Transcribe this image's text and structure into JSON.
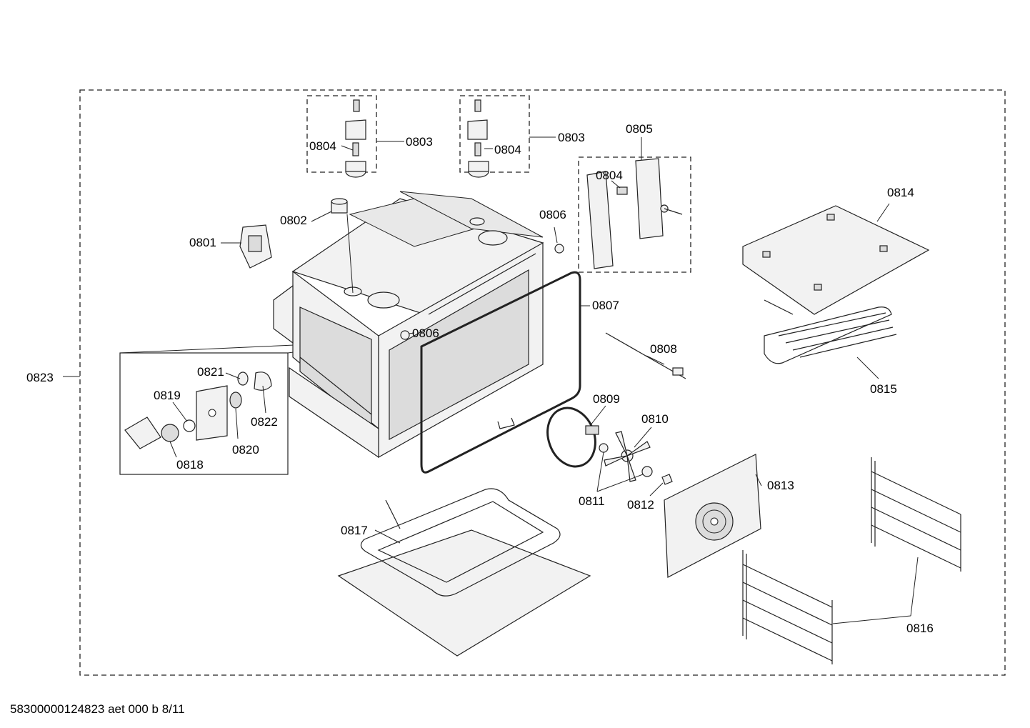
{
  "footer_text": "58300000124823 aet 000 b 8/11",
  "callouts": {
    "p0801": "0801",
    "p0802": "0802",
    "p0803a": "0803",
    "p0803b": "0803",
    "p0804a": "0804",
    "p0804b": "0804",
    "p0804c": "0804",
    "p0805": "0805",
    "p0806a": "0806",
    "p0806b": "0806",
    "p0807": "0807",
    "p0808": "0808",
    "p0809": "0809",
    "p0810": "0810",
    "p0811": "0811",
    "p0812": "0812",
    "p0813": "0813",
    "p0814": "0814",
    "p0815": "0815",
    "p0816": "0816",
    "p0817": "0817",
    "p0818": "0818",
    "p0819": "0819",
    "p0820": "0820",
    "p0821": "0821",
    "p0822": "0822",
    "p0823": "0823"
  }
}
